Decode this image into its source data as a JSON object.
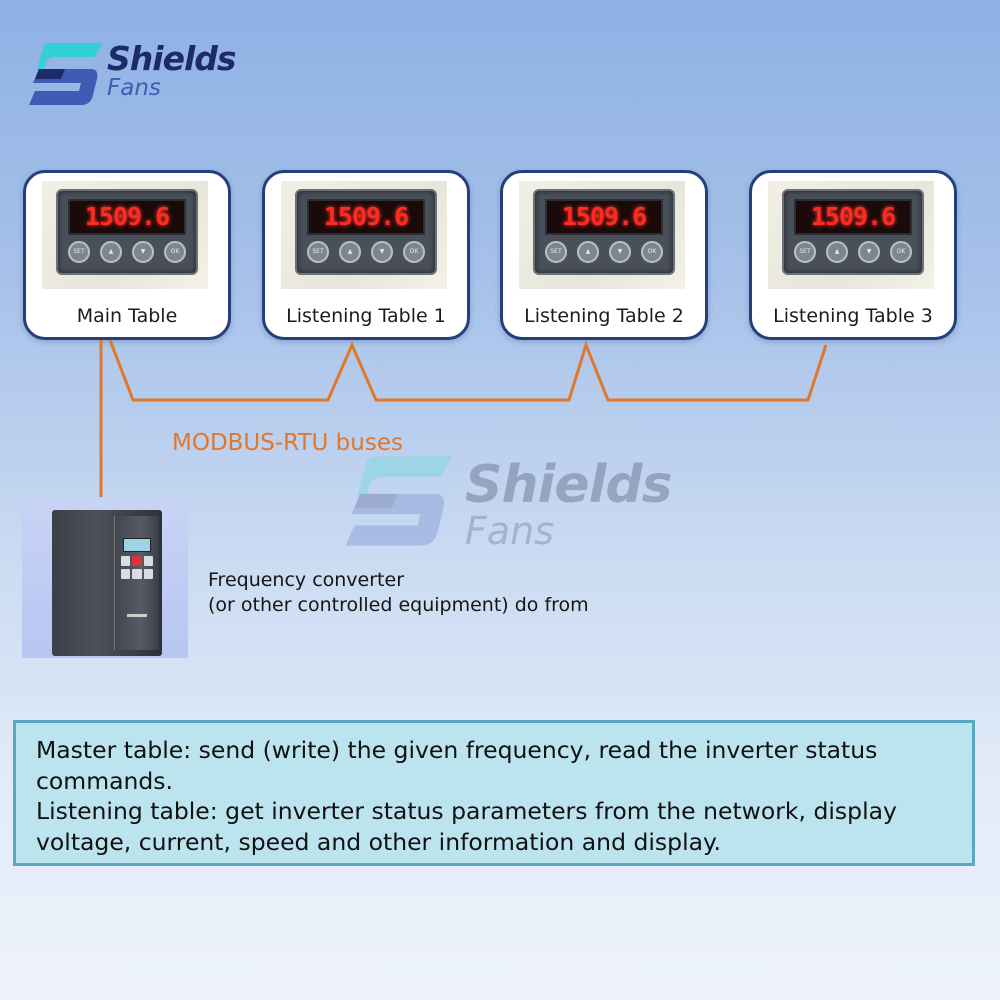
{
  "brand": {
    "name": "Shields",
    "sub": "Fans",
    "colors": {
      "navy": "#1d2a6a",
      "cyan": "#33d0d8",
      "blue": "#3f5cb5"
    }
  },
  "meters": [
    {
      "label": "Main Table",
      "display": "1509.6",
      "buttons": [
        "SET",
        "up",
        "down",
        "OK"
      ]
    },
    {
      "label": "Listening Table 1",
      "display": "1509.6",
      "buttons": [
        "SET",
        "up",
        "down",
        "OK"
      ]
    },
    {
      "label": "Listening Table 2",
      "display": "1509.6",
      "buttons": [
        "SET",
        "up",
        "down",
        "OK"
      ]
    },
    {
      "label": "Listening Table 3",
      "display": "1509.6",
      "buttons": [
        "SET",
        "up",
        "down",
        "OK"
      ]
    }
  ],
  "bus": {
    "label": "MODBUS-RTU buses",
    "color": "#e0772b"
  },
  "inverter": {
    "line1": "Frequency converter",
    "line2": "(or other controlled equipment) do from"
  },
  "info": {
    "master": "Master table: send (write) the given frequency, read the inverter status commands.",
    "listening": "Listening table: get inverter status parameters from the network, display voltage, current, speed and other information and display."
  }
}
